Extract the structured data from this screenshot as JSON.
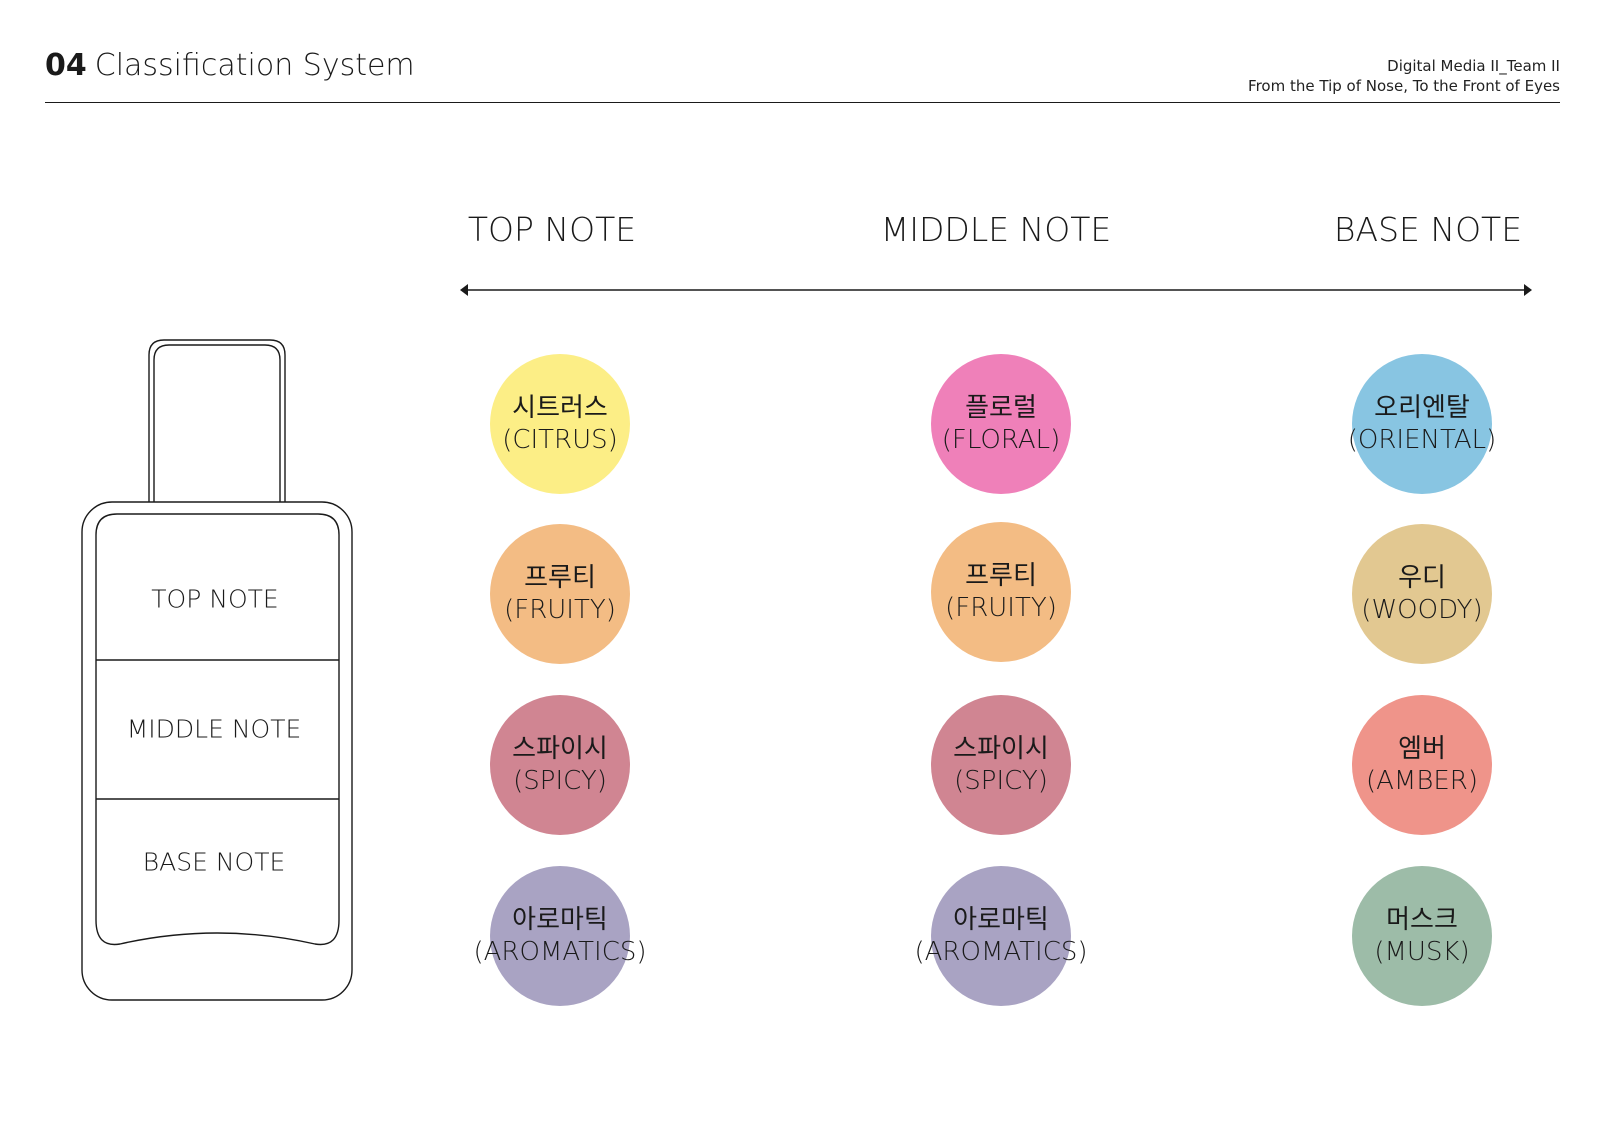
{
  "header": {
    "number": "04",
    "title": "Classification System",
    "meta_line1": "Digital Media II_Team II",
    "meta_line2": "From the Tip of Nose, To the Front of Eyes"
  },
  "timeline": {
    "labels": [
      "TOP NOTE",
      "MIDDLE NOTE",
      "BASE NOTE"
    ]
  },
  "bottle": {
    "layers": [
      "TOP NOTE",
      "MIDDLE NOTE",
      "BASE NOTE"
    ]
  },
  "columns": [
    {
      "items": [
        {
          "korean": "시트러스",
          "english": "(CITRUS)",
          "color": "#FCEE86"
        },
        {
          "korean": "프루티",
          "english": "(FRUITY)",
          "color": "#F3BC84"
        },
        {
          "korean": "스파이시",
          "english": "(SPICY)",
          "color": "#D08592"
        },
        {
          "korean": "아로마틱",
          "english": "(AROMATICS)",
          "color": "#A9A3C3"
        }
      ]
    },
    {
      "items": [
        {
          "korean": "플로럴",
          "english": "(FLORAL)",
          "color": "#EF80B9"
        },
        {
          "korean": "프루티",
          "english": "(FRUITY)",
          "color": "#F3BC84"
        },
        {
          "korean": "스파이시",
          "english": "(SPICY)",
          "color": "#D08592"
        },
        {
          "korean": "아로마틱",
          "english": "(AROMATICS)",
          "color": "#A9A3C3"
        }
      ]
    },
    {
      "items": [
        {
          "korean": "오리엔탈",
          "english": "(ORIENTAL)",
          "color": "#88C5E2"
        },
        {
          "korean": "우디",
          "english": "(WOODY)",
          "color": "#E2C891"
        },
        {
          "korean": "엠버",
          "english": "(AMBER)",
          "color": "#EF948A"
        },
        {
          "korean": "머스크",
          "english": "(MUSK)",
          "color": "#9DBCA8"
        }
      ]
    }
  ]
}
